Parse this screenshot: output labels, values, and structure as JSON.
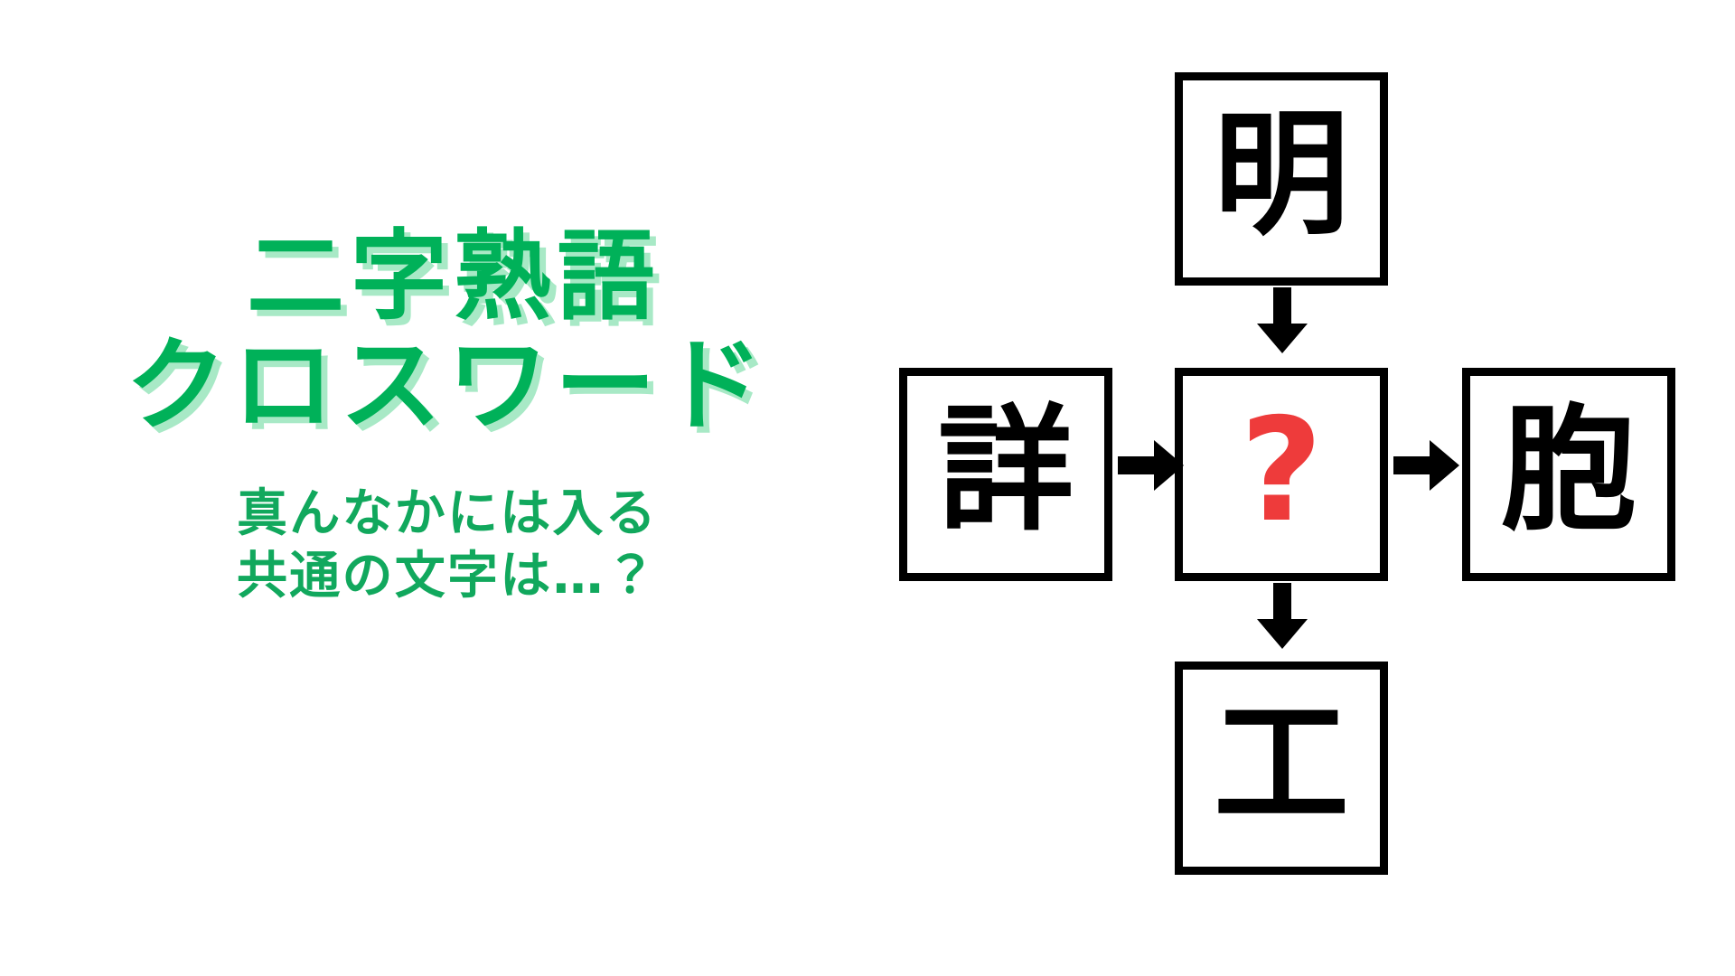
{
  "page": {
    "background_color": "#ffffff",
    "language": "ja"
  },
  "title": {
    "line1": "二字熟語",
    "line2": "クロスワード",
    "color": "#00b159",
    "shadow_color": "#a8e9c6"
  },
  "subtitle": {
    "line1": "真んなかには入る",
    "line2": "共通の文字は…？",
    "color": "#11a85d"
  },
  "crossword": {
    "unknown_color": "#ee3b3b",
    "border_color": "#000000",
    "cells": {
      "top": {
        "label": "明",
        "position": "top"
      },
      "left": {
        "label": "詳",
        "position": "left"
      },
      "center": {
        "label": "?",
        "position": "center"
      },
      "right": {
        "label": "胞",
        "position": "right"
      },
      "bottom": {
        "label": "工",
        "position": "bottom"
      }
    },
    "arrows": [
      {
        "name": "arrow-down-top",
        "direction": "down",
        "from": "top",
        "to": "center"
      },
      {
        "name": "arrow-right-left",
        "direction": "right",
        "from": "left",
        "to": "center"
      },
      {
        "name": "arrow-right-center",
        "direction": "right",
        "from": "center",
        "to": "right"
      },
      {
        "name": "arrow-down-center",
        "direction": "down",
        "from": "center",
        "to": "bottom"
      }
    ]
  }
}
